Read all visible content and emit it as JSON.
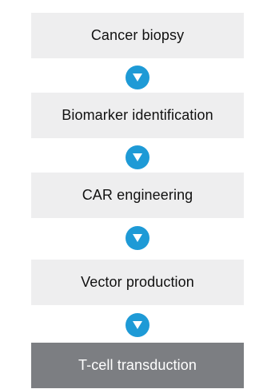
{
  "steps": [
    {
      "label": "Cancer biopsy",
      "style": "light"
    },
    {
      "label": "Biomarker identification",
      "style": "light"
    },
    {
      "label": "CAR engineering",
      "style": "light"
    },
    {
      "label": "Vector production",
      "style": "light"
    },
    {
      "label": "T-cell transduction",
      "style": "dark"
    }
  ],
  "connector_icon": "chevron-down-icon",
  "colors": {
    "step_light_bg": "#eeeeef",
    "step_dark_bg": "#7c7e82",
    "arrow_circle": "#1e9ad6",
    "arrow_glyph": "#ffffff"
  }
}
